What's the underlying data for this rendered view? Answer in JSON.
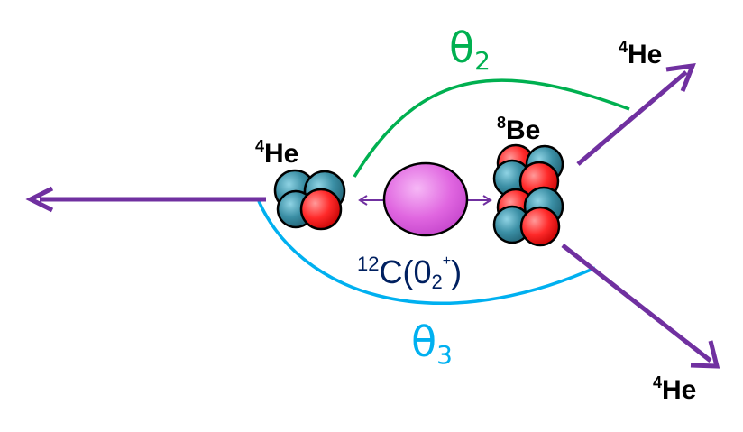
{
  "labels": {
    "he_left": {
      "mass": "4",
      "symbol": "He"
    },
    "he_top_right": {
      "mass": "4",
      "symbol": "He"
    },
    "he_bottom_right": {
      "mass": "4",
      "symbol": "He"
    },
    "be": {
      "mass": "8",
      "symbol": "Be"
    },
    "carbon": {
      "mass": "12",
      "symbol": "C",
      "open": "(",
      "level": "0",
      "level_index": "2",
      "parity": "+",
      "close": ")"
    },
    "theta2": {
      "symbol": "θ",
      "index": "2"
    },
    "theta3": {
      "symbol": "θ",
      "index": "3"
    }
  },
  "colors": {
    "arrow": "#7030A0",
    "theta2_curve": "#00B050",
    "theta3_curve": "#00B0F0",
    "theta2_text": "#00B050",
    "theta3_text": "#00B0F0",
    "carbon_text": "#002060",
    "proton": "#FF0000",
    "neutron": "#31859C",
    "nucleus": "#E066E0"
  }
}
